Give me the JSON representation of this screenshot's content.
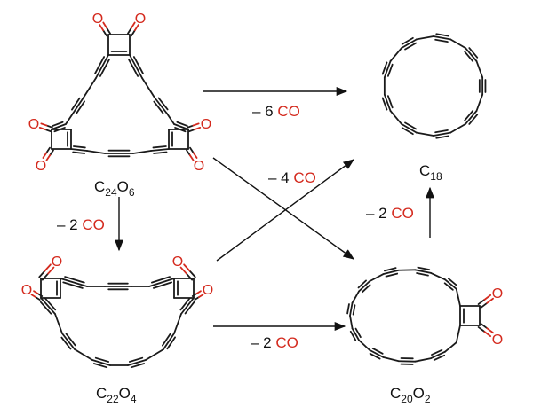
{
  "colors": {
    "bond": "#1a1a1a",
    "oxygen": "#d42a1e",
    "arrow": "#111111",
    "co": "#d42a1e",
    "text": "#111111"
  },
  "molecules": {
    "c24o6": {
      "parts": [
        [
          "C",
          ""
        ],
        [
          "24",
          "sub"
        ],
        [
          "O",
          ""
        ],
        [
          "6",
          "sub"
        ]
      ]
    },
    "c22o4": {
      "parts": [
        [
          "C",
          ""
        ],
        [
          "22",
          "sub"
        ],
        [
          "O",
          ""
        ],
        [
          "4",
          "sub"
        ]
      ]
    },
    "c20o2": {
      "parts": [
        [
          "C",
          ""
        ],
        [
          "20",
          "sub"
        ],
        [
          "O",
          ""
        ],
        [
          "2",
          "sub"
        ]
      ]
    },
    "c18": {
      "parts": [
        [
          "C",
          ""
        ],
        [
          "18",
          "sub"
        ]
      ]
    }
  },
  "atom_symbol": "O",
  "reactions": {
    "c24o6_to_c18": {
      "prefix": "– 6 ",
      "co": "CO"
    },
    "c22o4_to_c18": {
      "prefix": "– 4 ",
      "co": "CO"
    },
    "c24o6_to_c22o4": {
      "prefix": "– 2 ",
      "co": "CO"
    },
    "c22o4_to_c20o2": {
      "prefix": "– 2 ",
      "co": "CO"
    },
    "c20o2_to_c18": {
      "prefix": "– 2 ",
      "co": "CO"
    }
  }
}
